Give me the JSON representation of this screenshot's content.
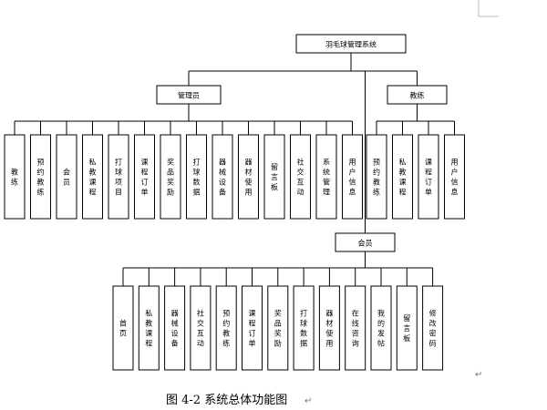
{
  "root": {
    "label": "羽毛球管理系统"
  },
  "admin": {
    "label": "管理员",
    "children": [
      "教练",
      "预约教练",
      "会员",
      "私教课程",
      "打球项目",
      "课程订单",
      "奖品奖励",
      "打球数据",
      "器械设备",
      "器材使用",
      "留言板",
      "社交互动",
      "系统管理",
      "用户信息"
    ]
  },
  "coach": {
    "label": "教练",
    "children": [
      "预约教练",
      "私教课程",
      "课程订单",
      "用户信息"
    ]
  },
  "member": {
    "label": "会员",
    "children": [
      "首页",
      "私教课程",
      "器械设备",
      "社交互动",
      "预约教练",
      "课程订单",
      "奖品奖励",
      "打球数据",
      "器材使用",
      "在线咨询",
      "我的发帖",
      "留言板",
      "修改密码"
    ]
  },
  "caption": "图 4-2    系统总体功能图",
  "marks": {
    "return_symbol": "↵"
  }
}
